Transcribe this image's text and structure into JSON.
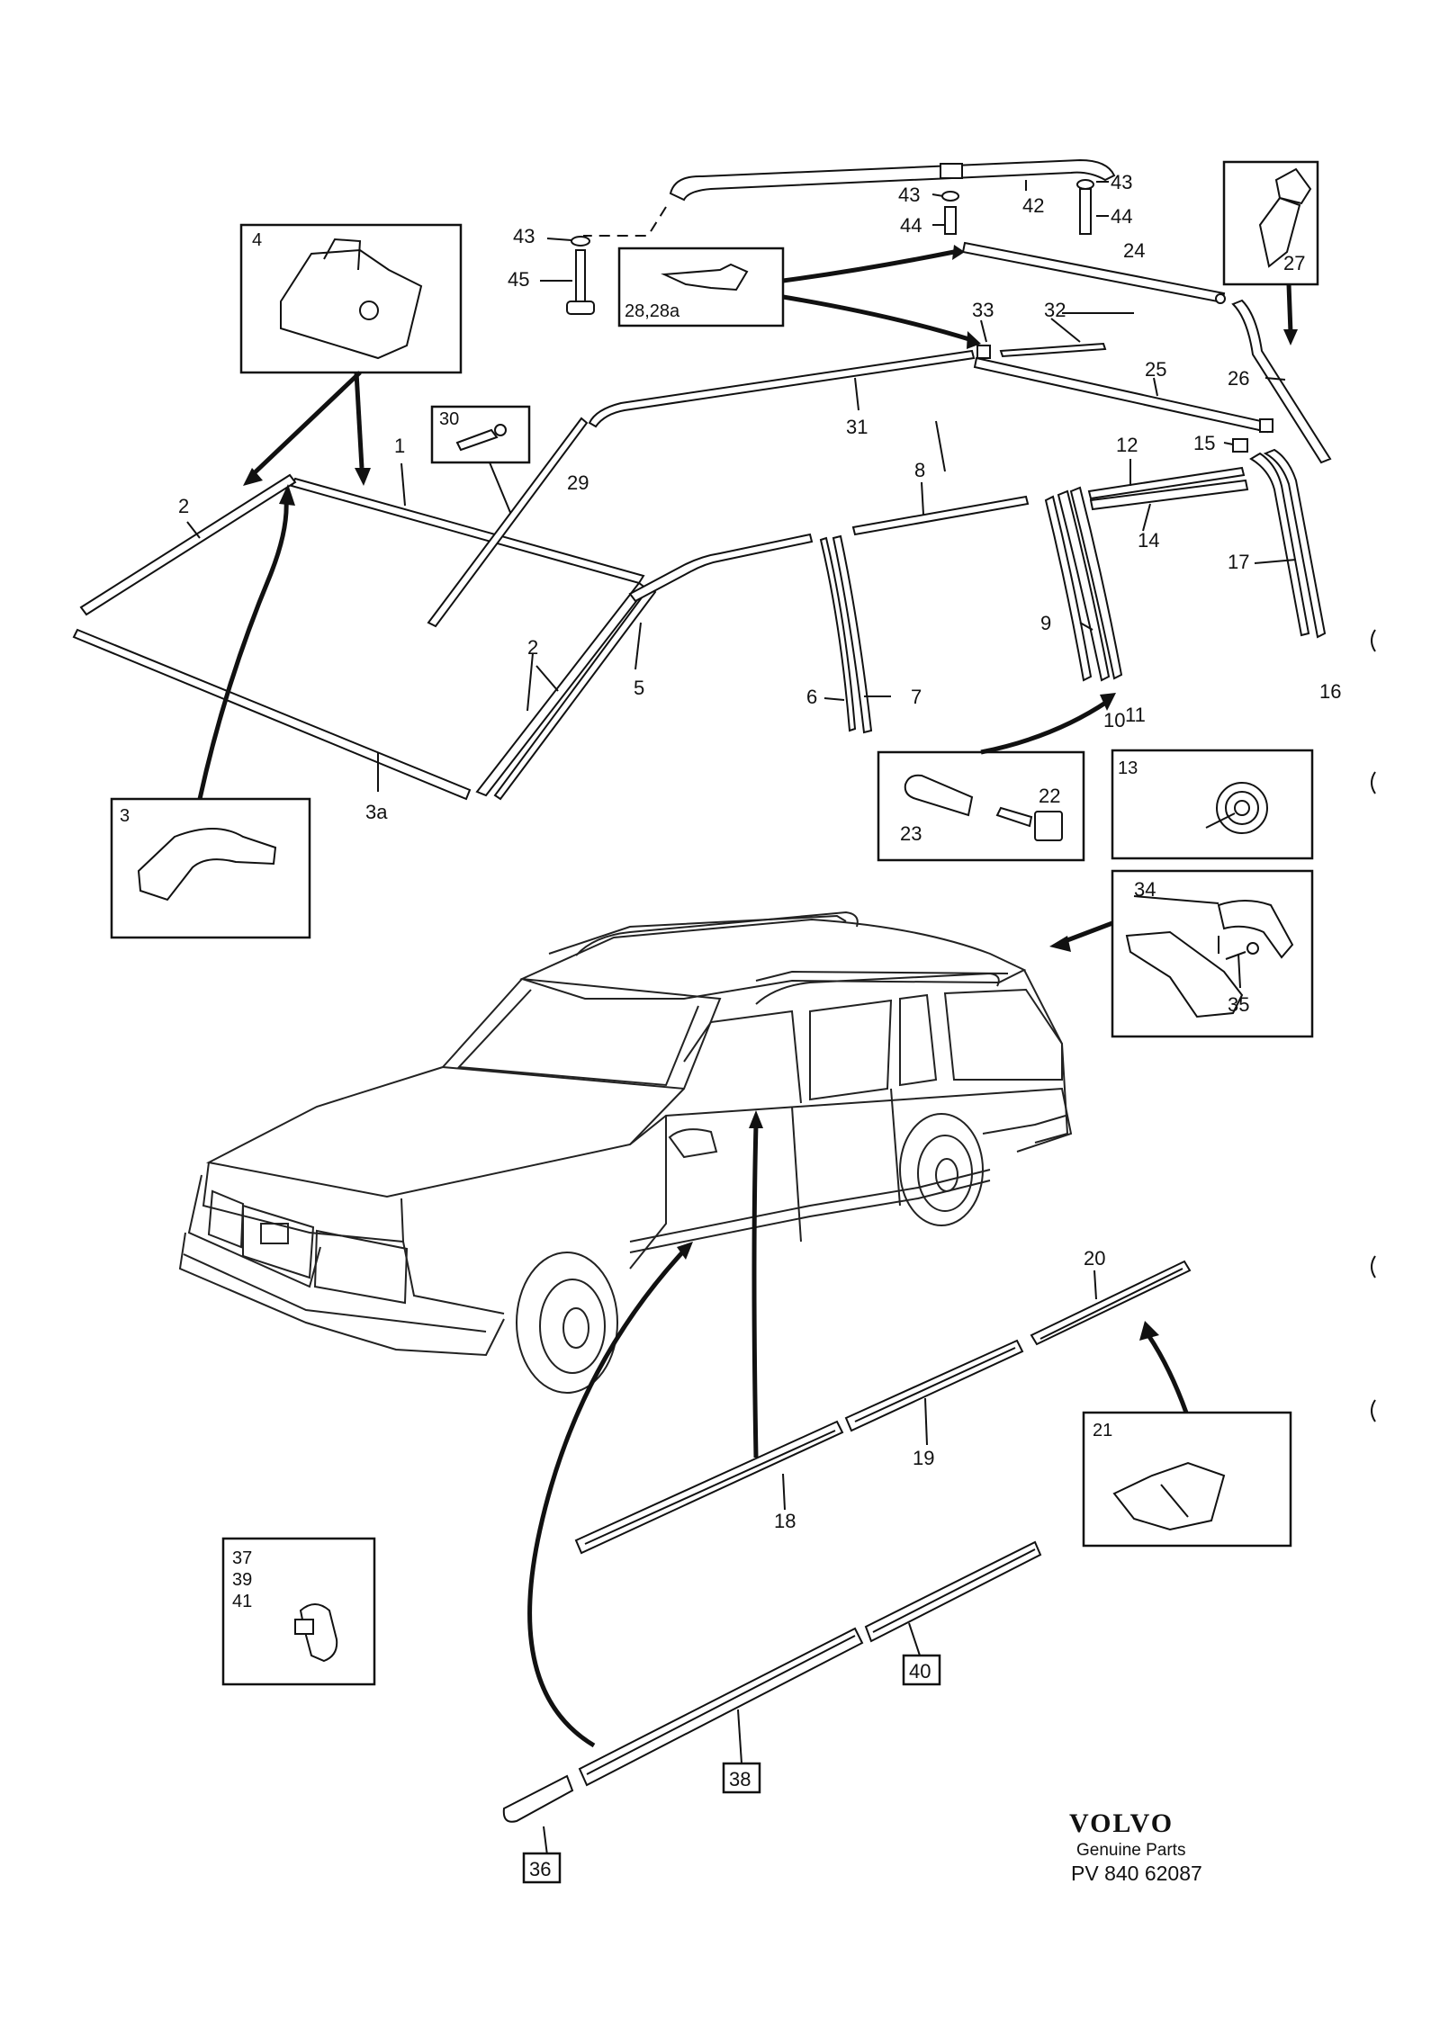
{
  "brand": {
    "name": "VOLVO",
    "subtitle": "Genuine Parts",
    "code": "PV 840 62087"
  },
  "labels": {
    "p1": "1",
    "p2a": "2",
    "p2b": "2",
    "p3": "3",
    "p3a": "3a",
    "p4": "4",
    "p5": "5",
    "p6": "6",
    "p7": "7",
    "p8": "8",
    "p9": "9",
    "p10": "10",
    "p11": "11",
    "p12": "12",
    "p13": "13",
    "p14": "14",
    "p15": "15",
    "p16": "16",
    "p17": "17",
    "p18": "18",
    "p19": "19",
    "p20": "20",
    "p21": "21",
    "p22": "22",
    "p23": "23",
    "p24": "24",
    "p25": "25",
    "p26": "26",
    "p27": "27",
    "p28": "28,28a",
    "p29": "29",
    "p30": "30",
    "p31": "31",
    "p32": "32",
    "p33": "33",
    "p34": "34",
    "p35": "35",
    "p36": "36",
    "p37": "37",
    "p39": "39",
    "p41": "41",
    "p38": "38",
    "p40": "40",
    "p42": "42",
    "p43a": "43",
    "p43b": "43",
    "p43c": "43",
    "p44a": "44",
    "p44b": "44",
    "p45": "45"
  }
}
